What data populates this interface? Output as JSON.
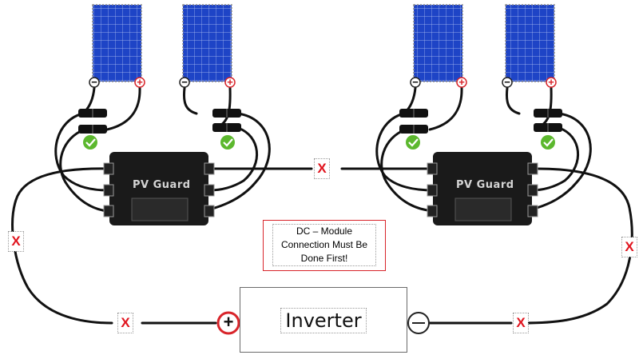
{
  "modules": [
    {
      "id": "guard-left",
      "label": "PV Guard"
    },
    {
      "id": "guard-right",
      "label": "PV Guard"
    }
  ],
  "notice": {
    "text": "DC – Module Connection Must Be Done First!"
  },
  "inverter": {
    "label": "Inverter",
    "positive_symbol": "+",
    "negative_symbol": "−"
  },
  "panel_terminals": {
    "negative": "−",
    "positive": "+"
  },
  "blocked_marks": [
    "X",
    "X",
    "X",
    "X",
    "X"
  ],
  "status": {
    "ok_color": "#5cb82e",
    "blocked_color": "#e0141e",
    "panel_color": "#1e44c6"
  }
}
